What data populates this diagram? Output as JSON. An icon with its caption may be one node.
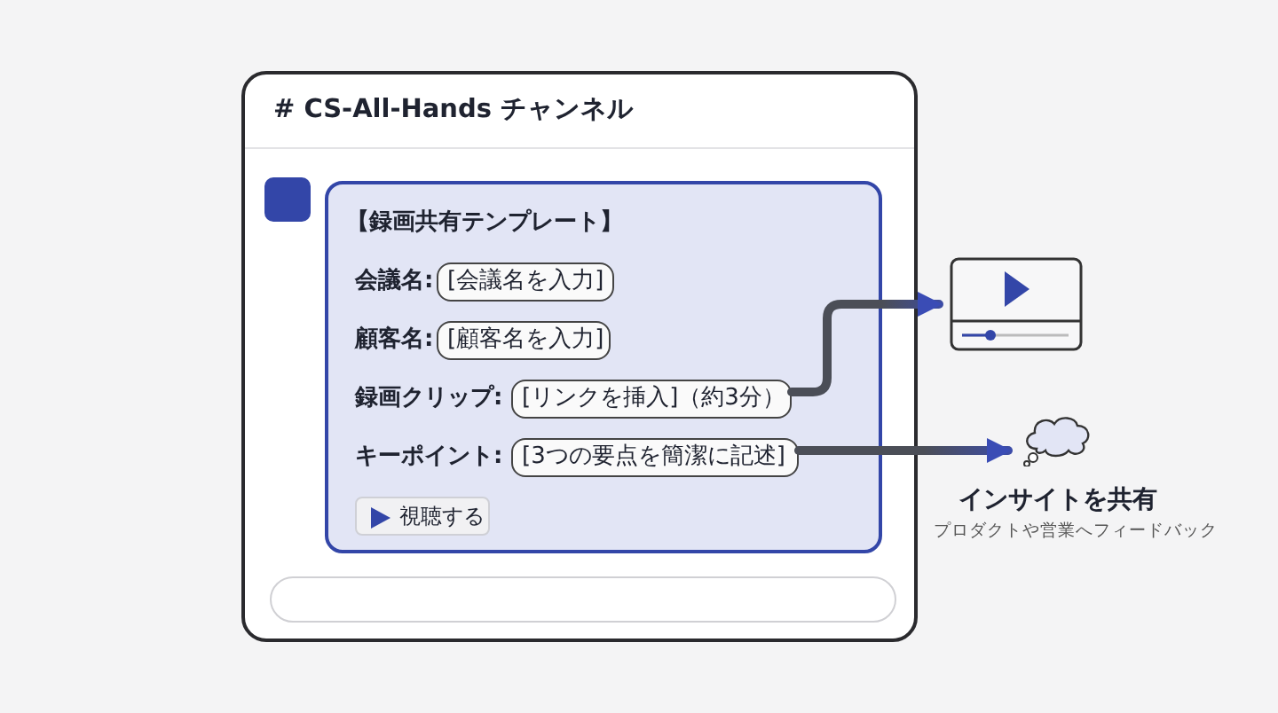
{
  "diagram": {
    "nodes": [
      {
        "text": [
          "# CS-All-Hands チャンネル"
        ]
      },
      {
        "text": [
          "【録画共有テンプレート】"
        ],
        "in": 0
      },
      {
        "text": [
          "[会議名を入力]"
        ],
        "beside": [
          "会議名:"
        ],
        "in": 1
      },
      {
        "text": [
          "[顧客名を入力]"
        ],
        "beside": [
          "顧客名:"
        ],
        "in": 1
      },
      {
        "text": [
          "[リンクを挿入]（約3分）"
        ],
        "beside": [
          "録画クリップ:"
        ],
        "in": 1
      },
      {
        "text": [
          "[3つの要点を簡潔に記述]"
        ],
        "beside": [
          "キーポイント:"
        ],
        "in": 1
      },
      {
        "text": [
          "視聴する"
        ],
        "in": 1
      },
      {
        "text": [],
        "shape": "box",
        "in": 0
      },
      {
        "text": [],
        "shape": "picture"
      },
      {
        "text": [],
        "shape": "cloud",
        "beside": [
          "インサイトを共有",
          "プロダクトや営業へフィードバック"
        ]
      }
    ],
    "edges": [
      {
        "from": 4,
        "to": 8,
        "arrow": "to"
      },
      {
        "from": 5,
        "to": 9,
        "arrow": "to"
      }
    ]
  }
}
